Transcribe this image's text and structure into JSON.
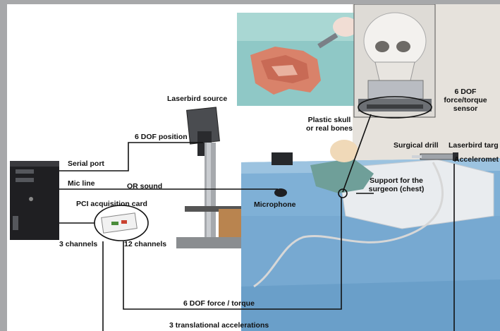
{
  "labels": {
    "laserbird_source": "Laserbird source",
    "dof_position": "6 DOF position",
    "serial_port": "Serial port",
    "mic_line": "Mic line",
    "or_sound": "OR sound",
    "pci_card": "PCI acquisition card",
    "three_channels": "3 channels",
    "twelve_channels": "12 channels",
    "microphone": "Microphone",
    "plastic_skull_1": "Plastic skull",
    "plastic_skull_2": "or real bones",
    "ft_sensor_1": "6 DOF",
    "ft_sensor_2": "force/torque",
    "ft_sensor_3": "sensor",
    "surgical_drill": "Surgical drill",
    "laserbird_target": "Laserbird targ",
    "accelerometer": "Acceleromet",
    "support_1": "Support for the",
    "support_2": "surgeon (chest)",
    "force_torque": "6 DOF force / torque",
    "translational": "3 translational accelerations"
  },
  "colors": {
    "background": "#a7a8aa",
    "panel": "#ffffff",
    "table_cloth": "#7fb0d6",
    "line": "#111111"
  }
}
